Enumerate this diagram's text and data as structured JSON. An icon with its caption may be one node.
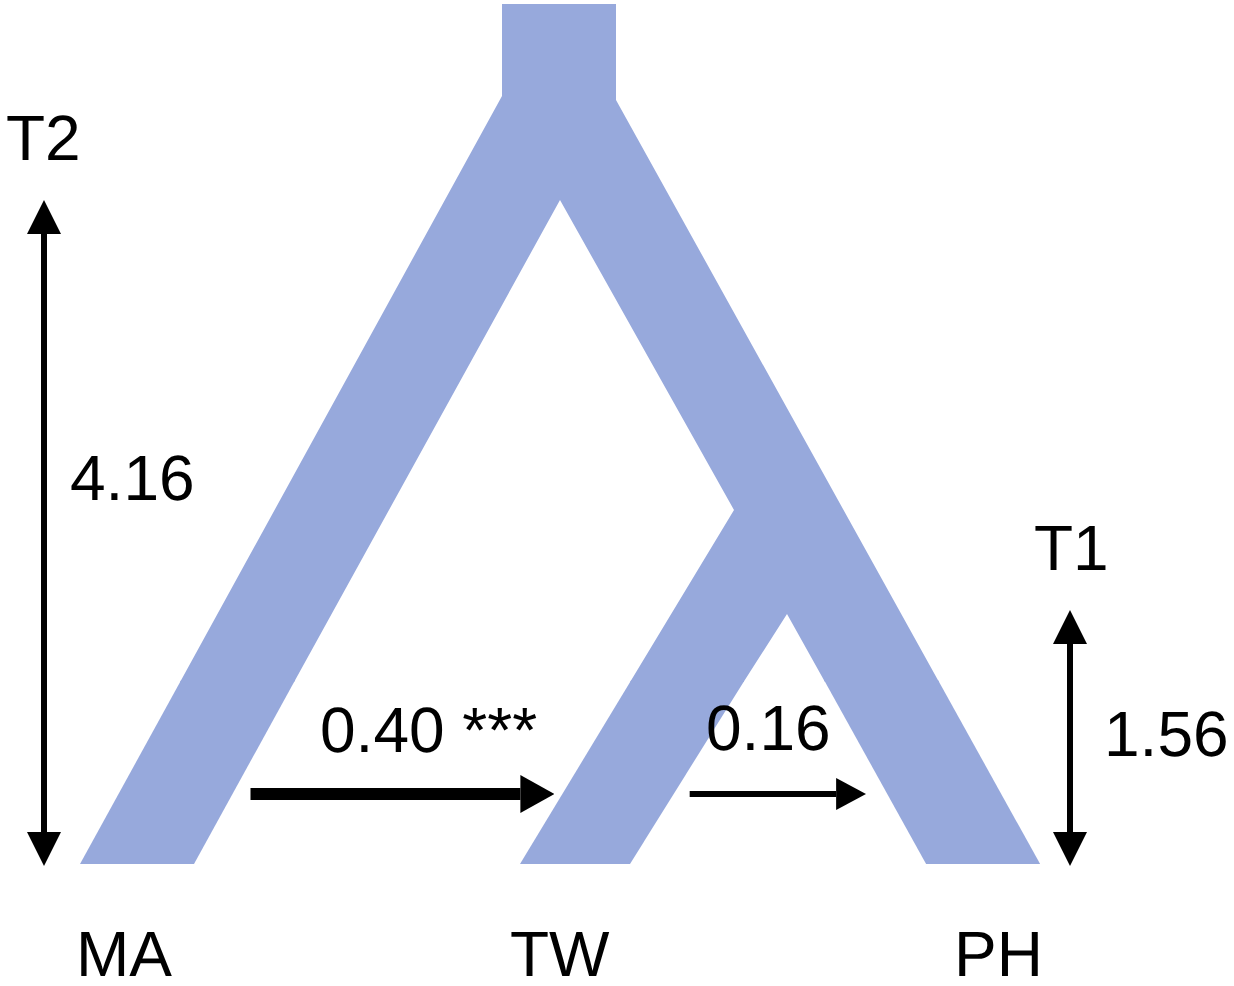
{
  "diagram": {
    "nodes": [
      {
        "text": [],
        "shape": "bar",
        "beside": [
          "MA"
        ]
      },
      {
        "text": [],
        "shape": "bar",
        "beside": [
          "TW"
        ]
      },
      {
        "text": [],
        "shape": "bar",
        "beside": [
          "PH"
        ]
      }
    ],
    "edges": [
      {
        "from": 0,
        "to": 1,
        "arrow": "to",
        "label": "0.40 ***",
        "style": "thick"
      },
      {
        "from": 1,
        "to": 2,
        "arrow": "to",
        "label": "0.16"
      }
    ],
    "labels": [
      "T2",
      "4.16",
      "T1",
      "1.56"
    ]
  }
}
